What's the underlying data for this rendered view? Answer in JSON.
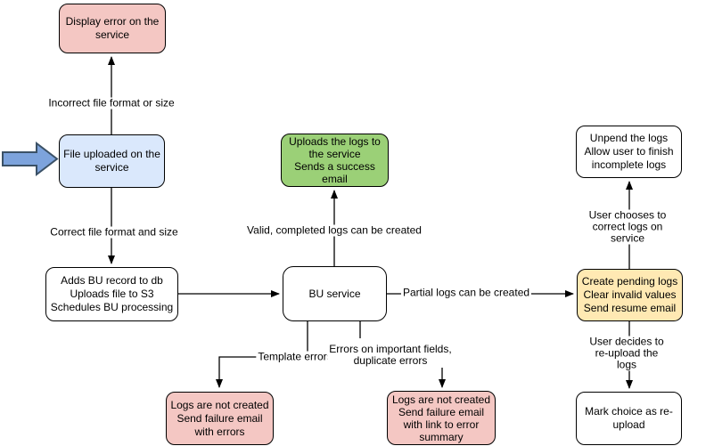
{
  "diagram": {
    "type": "flowchart",
    "nodes": {
      "display_error": {
        "text": "Display error on the\nservice",
        "fill": "#f4c7c3"
      },
      "file_uploaded": {
        "text": "File uploaded on the\nservice",
        "fill": "#dae8fc"
      },
      "adds_bu_record": {
        "text": "Adds BU record to db\nUploads file to S3\nSchedules BU processing",
        "fill": "#ffffff"
      },
      "bu_service": {
        "text": "BU service",
        "fill": "#ffffff"
      },
      "uploads_logs": {
        "text": "Uploads the logs to\nthe service\nSends a success\nemail",
        "fill": "#9bd077"
      },
      "unpend_logs": {
        "text": "Unpend the logs\nAllow user to finish\nincomplete logs",
        "fill": "#ffffff"
      },
      "create_pending_logs": {
        "text": "Create pending logs\nClear invalid values\nSend resume email",
        "fill": "#ffe9b3"
      },
      "mark_choice_reupload": {
        "text": "Mark choice as re-\nupload",
        "fill": "#ffffff"
      },
      "logs_not_created_errors": {
        "text": "Logs are not created\nSend failure email\nwith errors",
        "fill": "#f4c7c3"
      },
      "logs_not_created_summary": {
        "text": "Logs are not created\nSend failure email\nwith link to error\nsummary",
        "fill": "#f4c7c3"
      }
    },
    "edge_labels": {
      "incorrect_format": "Incorrect file format or size",
      "correct_format": "Correct file format and size",
      "valid_logs": "Valid, completed logs can be created",
      "partial_logs": "Partial logs can be created",
      "template_errors": "Template errors",
      "important_errors": "Errors on important fields,\nduplicate errors",
      "user_corrects": "User chooses to correct logs on service",
      "user_reuploads": "User decides to re-upload the logs"
    },
    "icons": {
      "input_arrow": "big-right-arrow"
    },
    "colors": {
      "node_pink": "#f4c7c3",
      "node_blue": "#dae8fc",
      "node_green": "#9bd077",
      "node_yellow": "#ffe9b3",
      "node_white": "#ffffff",
      "stroke": "#000000",
      "input_arrow_fill": "#7da3dc",
      "input_arrow_stroke": "#3b5166"
    }
  }
}
